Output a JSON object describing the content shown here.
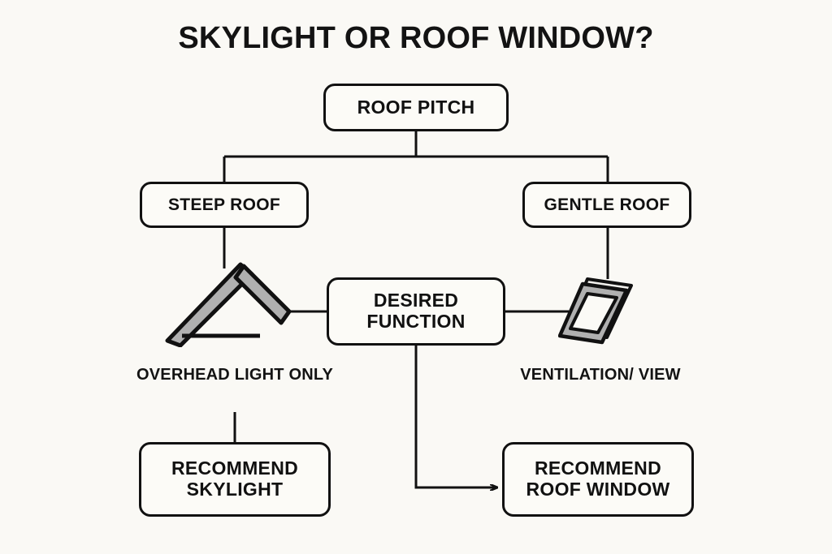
{
  "page": {
    "title": "SKYLIGHT OR ROOF WINDOW?",
    "background_color": "#faf9f5",
    "line_color": "#111111",
    "text_color": "#131313",
    "icon_fill_color": "#b0b0b0"
  },
  "chart_data": {
    "type": "diagram",
    "title": "SKYLIGHT OR ROOF WINDOW?",
    "diagram_kind": "decision-flowchart",
    "nodes": [
      {
        "id": "roof-pitch",
        "label": "ROOF PITCH",
        "shape": "rounded-rect",
        "level": 0
      },
      {
        "id": "steep-roof",
        "label": "STEEP ROOF",
        "shape": "rounded-rect",
        "level": 1
      },
      {
        "id": "gentle-roof",
        "label": "GENTLE ROOF",
        "shape": "rounded-rect",
        "level": 1
      },
      {
        "id": "desired",
        "label": "DESIRED FUNCTION",
        "shape": "rounded-rect",
        "level": 2
      },
      {
        "id": "rec-skylight",
        "label": "RECOMMEND SKYLIGHT",
        "shape": "rounded-rect",
        "level": 4
      },
      {
        "id": "rec-window",
        "label": "RECOMMEND ROOF WINDOW",
        "shape": "rounded-rect",
        "level": 4
      }
    ],
    "icons": [
      {
        "id": "skylight-roof-icon",
        "depicts": "gabled steep roof silhouette",
        "caption": "OVERHEAD LIGHT ONLY"
      },
      {
        "id": "roof-window-icon",
        "depicts": "tilted window frame",
        "caption": "VENTILATION/ VIEW"
      }
    ],
    "edges": [
      {
        "from": "roof-pitch",
        "to": "steep-roof",
        "style": "elbow",
        "arrow": false
      },
      {
        "from": "roof-pitch",
        "to": "gentle-roof",
        "style": "elbow",
        "arrow": false
      },
      {
        "from": "steep-roof",
        "to": "skylight-icon",
        "style": "straight",
        "arrow": false
      },
      {
        "from": "gentle-roof",
        "to": "window-icon",
        "style": "straight",
        "arrow": false
      },
      {
        "from": "skylight-icon",
        "to": "desired",
        "style": "horizontal",
        "arrow": false
      },
      {
        "from": "desired",
        "to": "window-icon",
        "style": "horizontal",
        "arrow": false
      },
      {
        "from": "skylight-icon",
        "to": "rec-skylight",
        "style": "straight",
        "arrow": false
      },
      {
        "from": "desired",
        "to": "rec-window",
        "style": "elbow",
        "arrow": true
      }
    ]
  },
  "nodes": {
    "roof_pitch": {
      "label": "ROOF PITCH"
    },
    "steep_roof": {
      "label": "STEEP ROOF"
    },
    "gentle_roof": {
      "label": "GENTLE ROOF"
    },
    "desired_function": {
      "line1": "DESIRED",
      "line2": "FUNCTION"
    },
    "recommend_skylight": {
      "line1": "RECOMMEND",
      "line2": "SKYLIGHT"
    },
    "recommend_roof_window": {
      "line1": "RECOMMEND",
      "line2": "ROOF WINDOW"
    }
  },
  "captions": {
    "left": {
      "line1": "OVERHEAD LIGHT",
      "line2": "ONLY"
    },
    "right": {
      "line1": "VENTILATION/",
      "line2": "VIEW"
    }
  },
  "icons": {
    "skylight": "roof-gable-icon",
    "roof_window": "tilted-window-icon"
  }
}
